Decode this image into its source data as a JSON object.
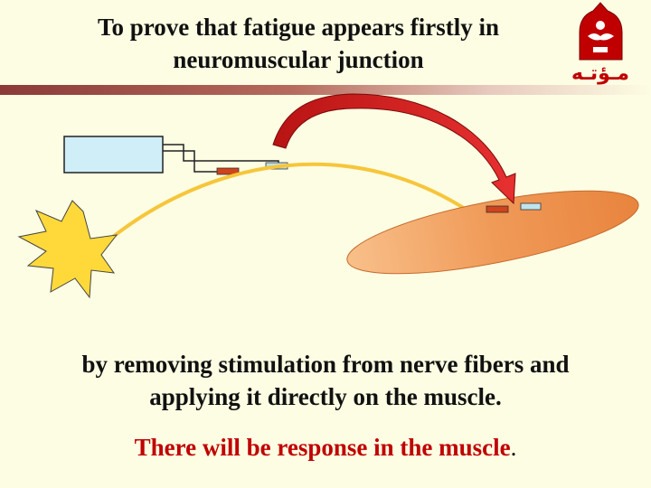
{
  "slide": {
    "title_lines": [
      "To prove that fatigue appears firstly in",
      "neuromuscular junction"
    ],
    "body_lines": [
      "by removing stimulation from nerve fibers and",
      "applying it directly on the muscle."
    ],
    "response_text": "There will be response in the muscle",
    "response_end": "."
  },
  "logo": {
    "text": "مـؤتـه",
    "colors": {
      "primary": "#c00000",
      "secondary": "#ffffff"
    }
  },
  "diagram": {
    "colors": {
      "stimulator_fill": "#cfeef7",
      "electrode_red": "#d0441c",
      "electrode_blue": "#bfe4ee",
      "nerve": "#f6c63a",
      "spark_fill": "#ffd93a",
      "muscle_fill": "#f09a58",
      "arrow": "#d81e1e"
    }
  }
}
